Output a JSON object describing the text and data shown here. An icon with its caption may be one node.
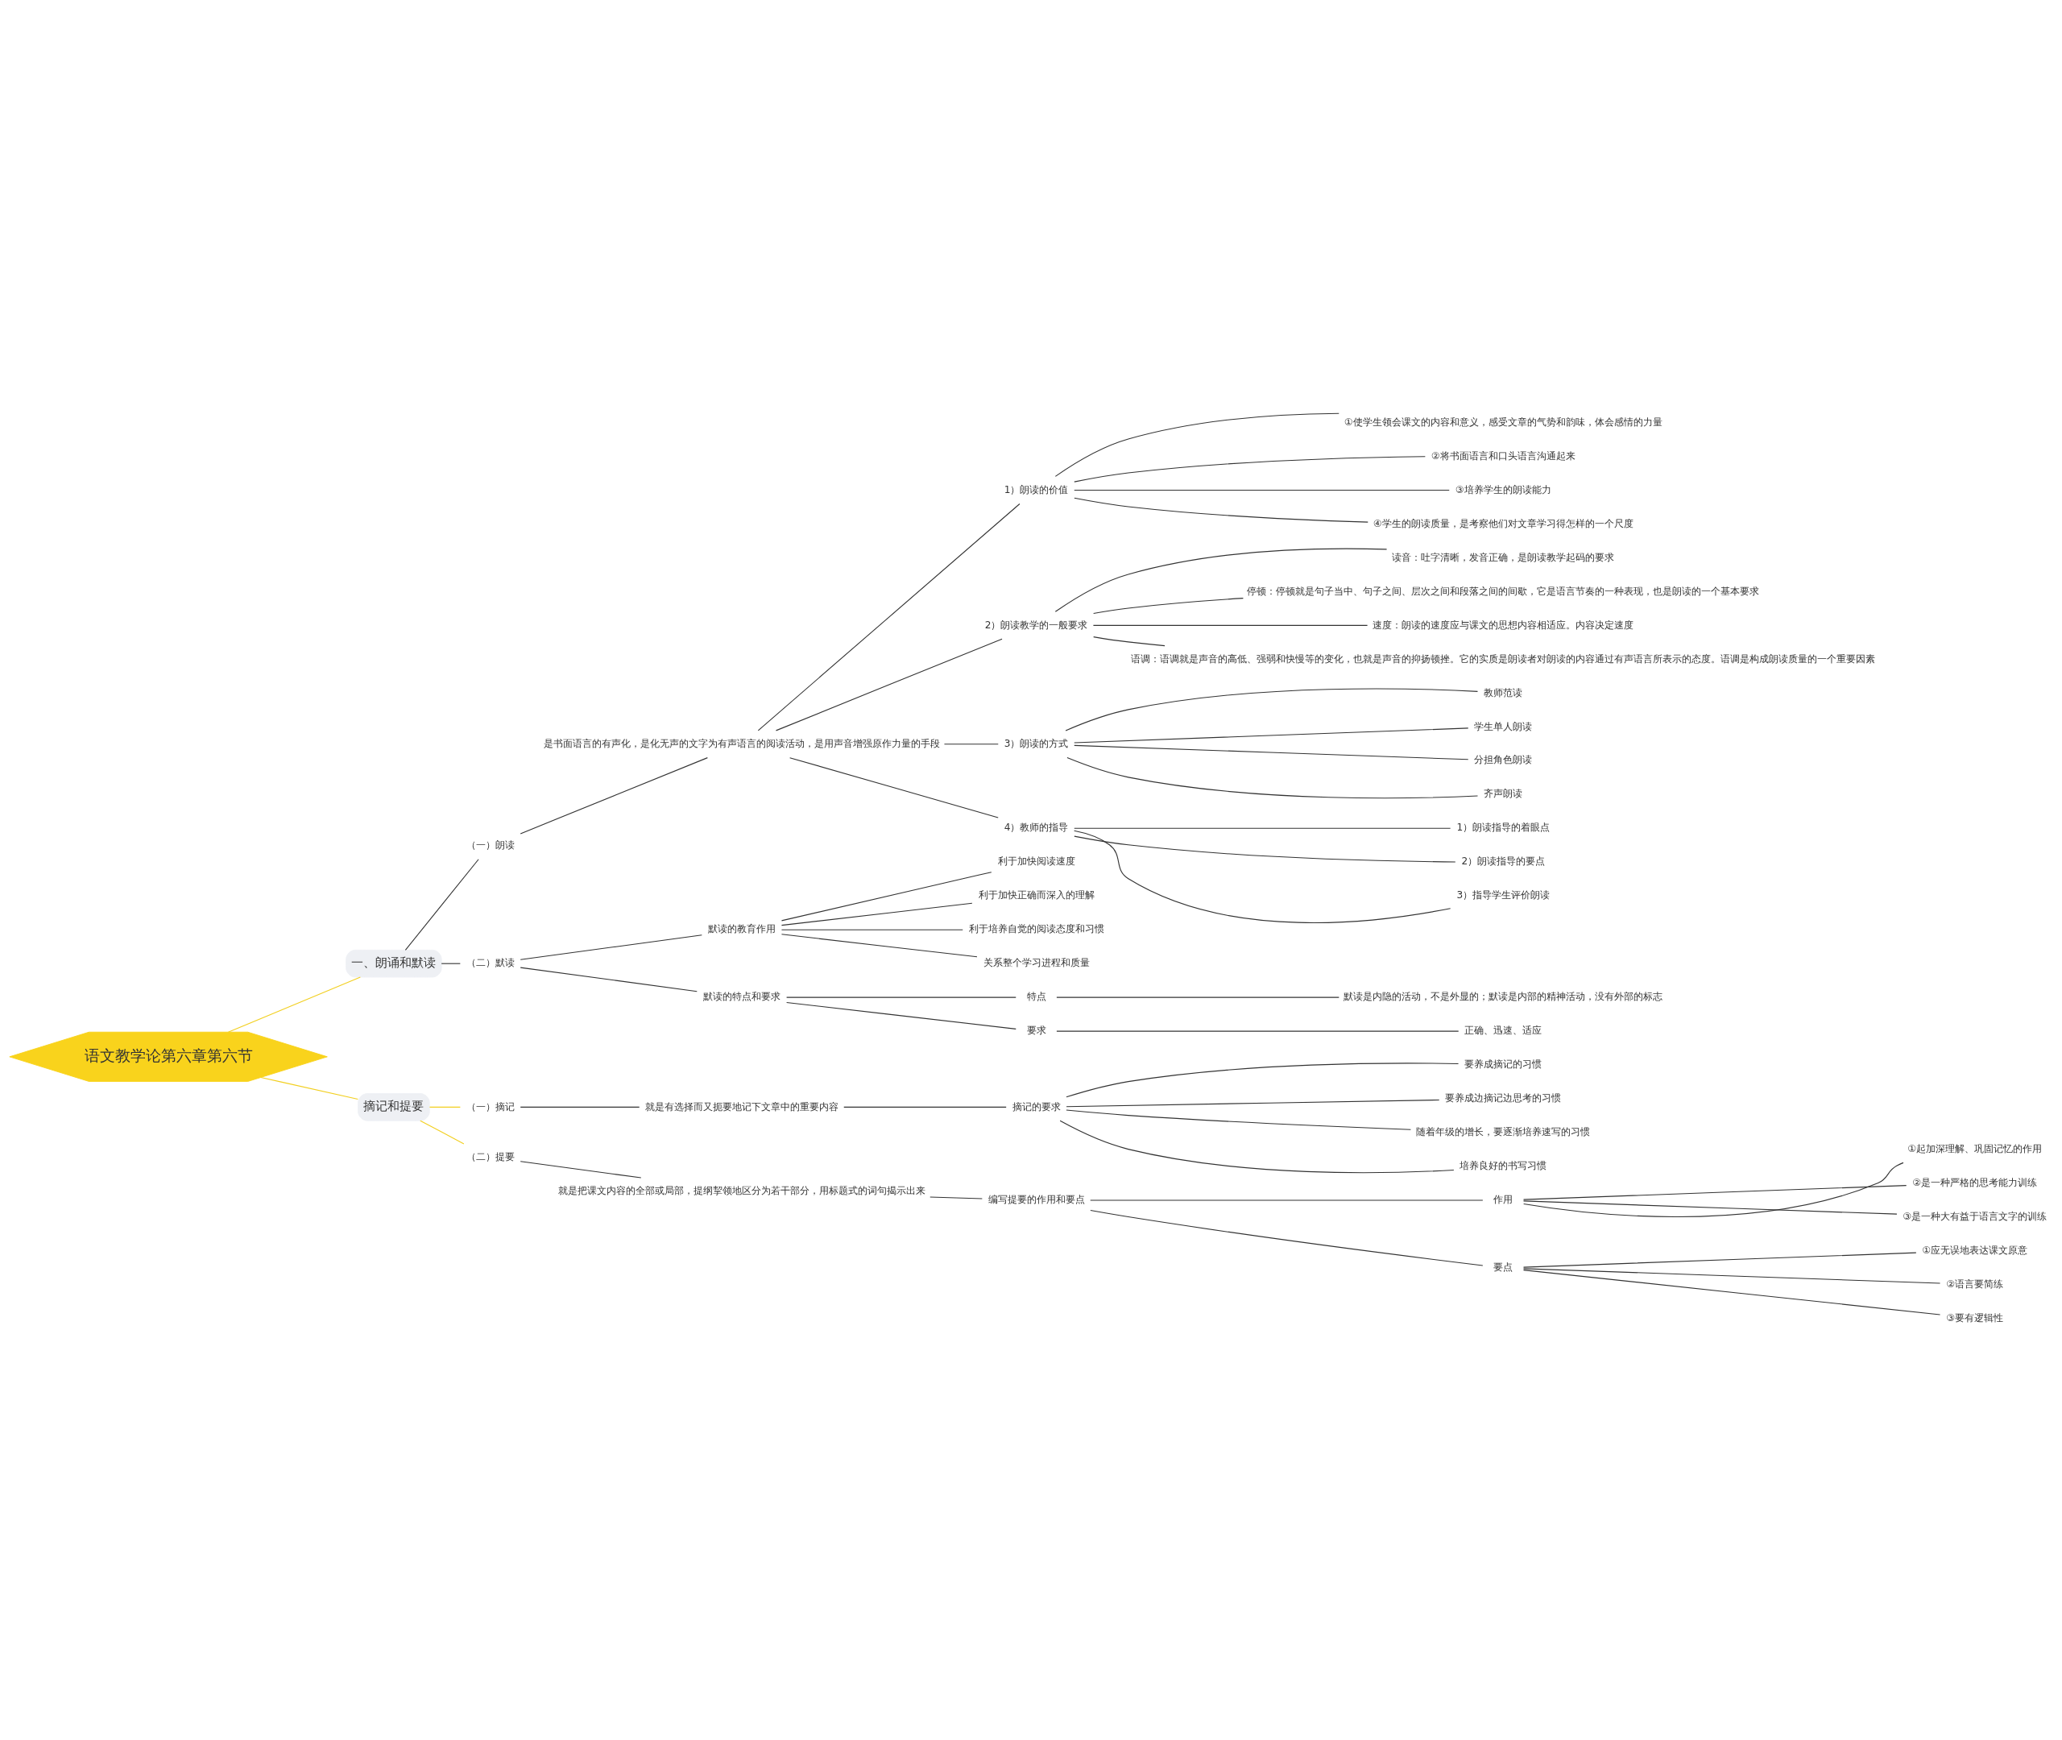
{
  "diagram": {
    "nodes": [
      {
        "text": [
          "语文教学论第六章第六节"
        ]
      },
      {
        "text": [
          "一、朗诵和默读"
        ]
      },
      {
        "text": [
          "（一）朗读"
        ]
      },
      {
        "text": [
          "是书面语言的有声化，是化无声的文字为有声语言的阅读活动，是用声音增强原作力量的手段"
        ]
      },
      {
        "text": [
          "1）朗读的价值"
        ]
      },
      {
        "text": [
          "①使学生领会课文的内容和意义，感受文章的气势和韵味，体会感情的力量"
        ]
      },
      {
        "text": [
          "②将书面语言和口头语言沟通起来"
        ]
      },
      {
        "text": [
          "③培养学生的朗读能力"
        ]
      },
      {
        "text": [
          "④学生的朗读质量，是考察他们对文章学习得怎样的一个尺度"
        ]
      },
      {
        "text": [
          "2）朗读教学的一般要求"
        ]
      },
      {
        "text": [
          "读音：吐字清晰，发音正确，是朗读教学起码的要求"
        ]
      },
      {
        "text": [
          "停顿：停顿就是句子当中、句子之间、层次之间和段落之间的间歇，它是语言节奏的一种表现，也是朗读的一个基本要求"
        ]
      },
      {
        "text": [
          "速度：朗读的速度应与课文的思想内容相适应。内容决定速度"
        ]
      },
      {
        "text": [
          "语调：语调就是声音的高低、强弱和快慢等的变化，也就是声音的抑扬顿挫。它的实质是朗读者对朗读的内容通过有声语言所表示的态度。语调是构成朗读质量的一个重要因素"
        ]
      },
      {
        "text": [
          "3）朗读的方式"
        ]
      },
      {
        "text": [
          "教师范读"
        ]
      },
      {
        "text": [
          "学生单人朗读"
        ]
      },
      {
        "text": [
          "分担角色朗读"
        ]
      },
      {
        "text": [
          "齐声朗读"
        ]
      },
      {
        "text": [
          "4）教师的指导"
        ]
      },
      {
        "text": [
          "1）朗读指导的着眼点"
        ]
      },
      {
        "text": [
          "2）朗读指导的要点"
        ]
      },
      {
        "text": [
          "3）指导学生评价朗读"
        ]
      },
      {
        "text": [
          "（二）默读"
        ]
      },
      {
        "text": [
          "默读的教育作用"
        ]
      },
      {
        "text": [
          "利于加快阅读速度"
        ]
      },
      {
        "text": [
          "利于加快正确而深入的理解"
        ]
      },
      {
        "text": [
          "利于培养自觉的阅读态度和习惯"
        ]
      },
      {
        "text": [
          "关系整个学习进程和质量"
        ]
      },
      {
        "text": [
          "默读的特点和要求"
        ]
      },
      {
        "text": [
          "特点"
        ]
      },
      {
        "text": [
          "默读是内隐的活动，不是外显的；默读是内部的精神活动，没有外部的标志"
        ]
      },
      {
        "text": [
          "要求"
        ]
      },
      {
        "text": [
          "正确、迅速、适应"
        ]
      },
      {
        "text": [
          "摘记和提要"
        ]
      },
      {
        "text": [
          "（一）摘记"
        ]
      },
      {
        "text": [
          "就是有选择而又扼要地记下文章中的重要内容"
        ]
      },
      {
        "text": [
          "摘记的要求"
        ]
      },
      {
        "text": [
          "要养成摘记的习惯"
        ]
      },
      {
        "text": [
          "要养成边摘记边思考的习惯"
        ]
      },
      {
        "text": [
          "随着年级的增长，要逐渐培养速写的习惯"
        ]
      },
      {
        "text": [
          "培养良好的书写习惯"
        ]
      },
      {
        "text": [
          "（二）提要"
        ]
      },
      {
        "text": [
          "就是把课文内容的全部或局部，提纲挈领地区分为若干部分，用标题式的词句揭示出来"
        ]
      },
      {
        "text": [
          "编写提要的作用和要点"
        ]
      },
      {
        "text": [
          "作用"
        ]
      },
      {
        "text": [
          "①起加深理解、巩固记忆的作用"
        ]
      },
      {
        "text": [
          "②是一种严格的思考能力训练"
        ]
      },
      {
        "text": [
          "③是一种大有益于语言文字的训练"
        ]
      },
      {
        "text": [
          "要点"
        ]
      },
      {
        "text": [
          "①应无误地表达课文原意"
        ]
      },
      {
        "text": [
          "②语言要简练"
        ]
      },
      {
        "text": [
          "③要有逻辑性"
        ]
      }
    ],
    "edges": [
      {
        "from": 0,
        "to": 1,
        "arrow": "none",
        "color": "#f2cf1f"
      },
      {
        "from": 1,
        "to": 2,
        "arrow": "none"
      },
      {
        "from": 2,
        "to": 3,
        "arrow": "none"
      },
      {
        "from": 3,
        "to": 4,
        "arrow": "none"
      },
      {
        "from": 4,
        "to": 5,
        "arrow": "none"
      },
      {
        "from": 4,
        "to": 6,
        "arrow": "none"
      },
      {
        "from": 4,
        "to": 7,
        "arrow": "none"
      },
      {
        "from": 4,
        "to": 8,
        "arrow": "none"
      },
      {
        "from": 3,
        "to": 9,
        "arrow": "none"
      },
      {
        "from": 9,
        "to": 10,
        "arrow": "none"
      },
      {
        "from": 9,
        "to": 11,
        "arrow": "none"
      },
      {
        "from": 9,
        "to": 12,
        "arrow": "none"
      },
      {
        "from": 9,
        "to": 13,
        "arrow": "none"
      },
      {
        "from": 3,
        "to": 14,
        "arrow": "none"
      },
      {
        "from": 14,
        "to": 15,
        "arrow": "none"
      },
      {
        "from": 14,
        "to": 16,
        "arrow": "none"
      },
      {
        "from": 14,
        "to": 17,
        "arrow": "none"
      },
      {
        "from": 14,
        "to": 18,
        "arrow": "none"
      },
      {
        "from": 3,
        "to": 19,
        "arrow": "none"
      },
      {
        "from": 19,
        "to": 20,
        "arrow": "none"
      },
      {
        "from": 19,
        "to": 21,
        "arrow": "none"
      },
      {
        "from": 19,
        "to": 22,
        "arrow": "none"
      },
      {
        "from": 1,
        "to": 23,
        "arrow": "none"
      },
      {
        "from": 23,
        "to": 24,
        "arrow": "none"
      },
      {
        "from": 24,
        "to": 25,
        "arrow": "none"
      },
      {
        "from": 24,
        "to": 26,
        "arrow": "none"
      },
      {
        "from": 24,
        "to": 27,
        "arrow": "none"
      },
      {
        "from": 24,
        "to": 28,
        "arrow": "none"
      },
      {
        "from": 23,
        "to": 29,
        "arrow": "none"
      },
      {
        "from": 29,
        "to": 30,
        "arrow": "none"
      },
      {
        "from": 30,
        "to": 31,
        "arrow": "none"
      },
      {
        "from": 29,
        "to": 32,
        "arrow": "none"
      },
      {
        "from": 32,
        "to": 33,
        "arrow": "none"
      },
      {
        "from": 0,
        "to": 34,
        "arrow": "none",
        "color": "#f2cf1f"
      },
      {
        "from": 34,
        "to": 35,
        "arrow": "none",
        "color": "#f2cf1f"
      },
      {
        "from": 35,
        "to": 36,
        "arrow": "none"
      },
      {
        "from": 36,
        "to": 37,
        "arrow": "none"
      },
      {
        "from": 37,
        "to": 38,
        "arrow": "none"
      },
      {
        "from": 37,
        "to": 39,
        "arrow": "none"
      },
      {
        "from": 37,
        "to": 40,
        "arrow": "none"
      },
      {
        "from": 37,
        "to": 41,
        "arrow": "none"
      },
      {
        "from": 34,
        "to": 42,
        "arrow": "none",
        "color": "#f2cf1f"
      },
      {
        "from": 42,
        "to": 43,
        "arrow": "none"
      },
      {
        "from": 43,
        "to": 44,
        "arrow": "none"
      },
      {
        "from": 44,
        "to": 45,
        "arrow": "none"
      },
      {
        "from": 45,
        "to": 46,
        "arrow": "none"
      },
      {
        "from": 45,
        "to": 47,
        "arrow": "none"
      },
      {
        "from": 45,
        "to": 48,
        "arrow": "none"
      },
      {
        "from": 44,
        "to": 49,
        "arrow": "none"
      },
      {
        "from": 49,
        "to": 50,
        "arrow": "none"
      },
      {
        "from": 49,
        "to": 51,
        "arrow": "none"
      },
      {
        "from": 49,
        "to": 52,
        "arrow": "none"
      }
    ]
  }
}
